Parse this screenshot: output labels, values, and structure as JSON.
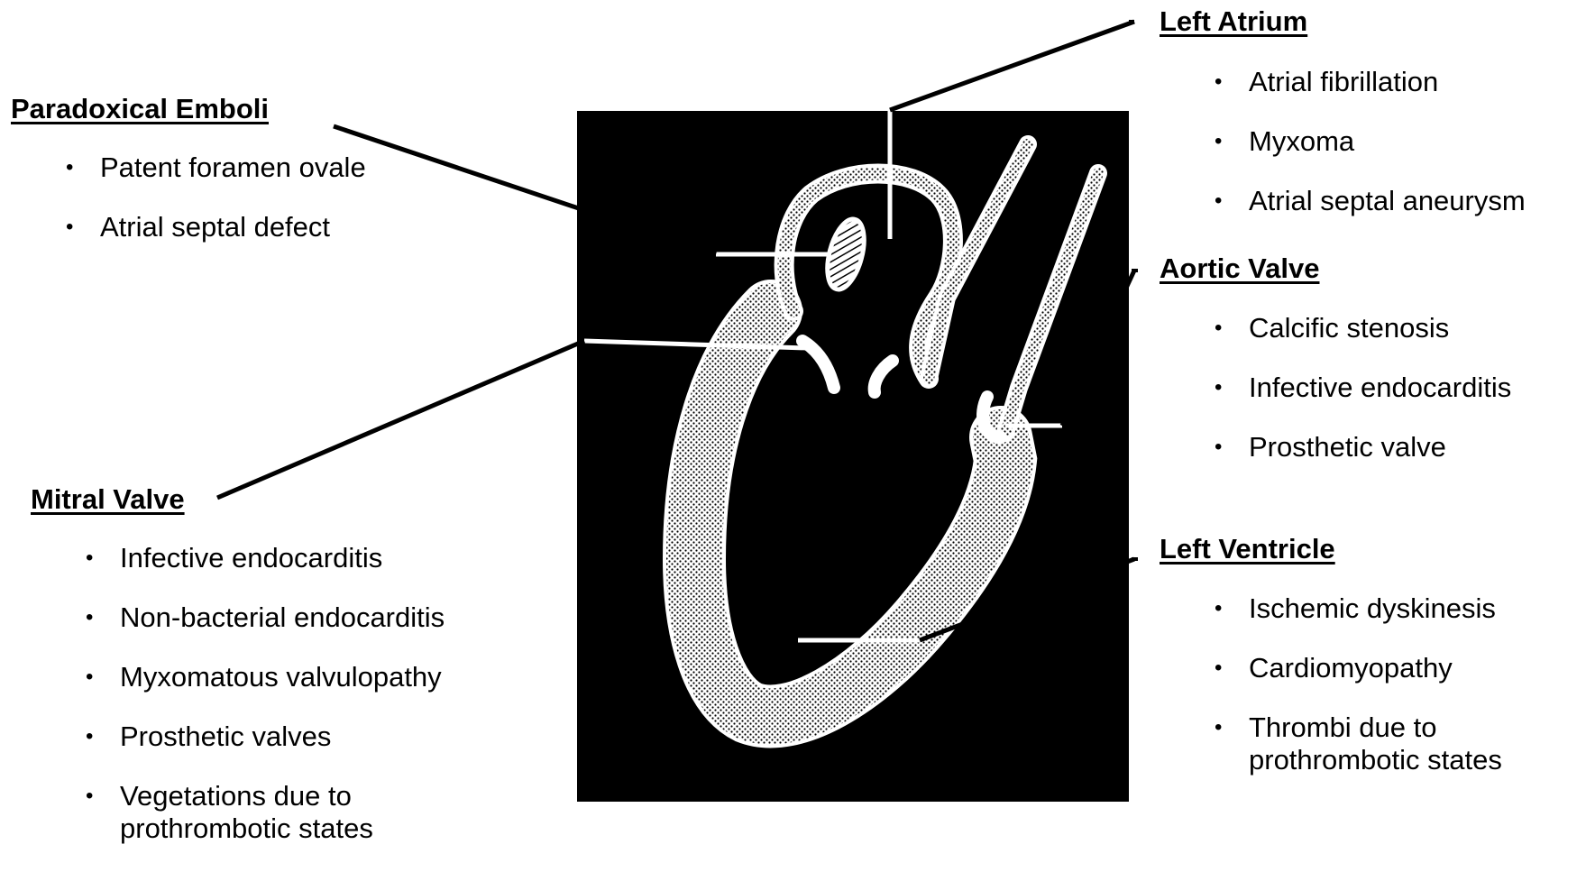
{
  "sections": {
    "paradoxical": {
      "heading": "Paradoxical Emboli",
      "items": [
        "Patent foramen ovale",
        "Atrial septal defect"
      ]
    },
    "mitral": {
      "heading": "Mitral Valve",
      "items": [
        "Infective endocarditis",
        "Non-bacterial endocarditis",
        "Myxomatous valvulopathy",
        "Prosthetic valves",
        "Vegetations due to prothrombotic states"
      ]
    },
    "left_atrium": {
      "heading": "Left Atrium",
      "items": [
        "Atrial fibrillation",
        "Myxoma",
        "Atrial septal aneurysm"
      ]
    },
    "aortic": {
      "heading": "Aortic Valve",
      "items": [
        "Calcific stenosis",
        "Infective endocarditis",
        "Prosthetic valve"
      ]
    },
    "left_ventricle": {
      "heading": "Left Ventricle",
      "items": [
        "Ischemic dyskinesis",
        "Cardiomyopathy",
        "Thrombi due to prothrombotic states"
      ]
    }
  },
  "colors": {
    "background": "#ffffff",
    "panel": "#000000",
    "outline": "#ffffff",
    "text": "#000000"
  }
}
